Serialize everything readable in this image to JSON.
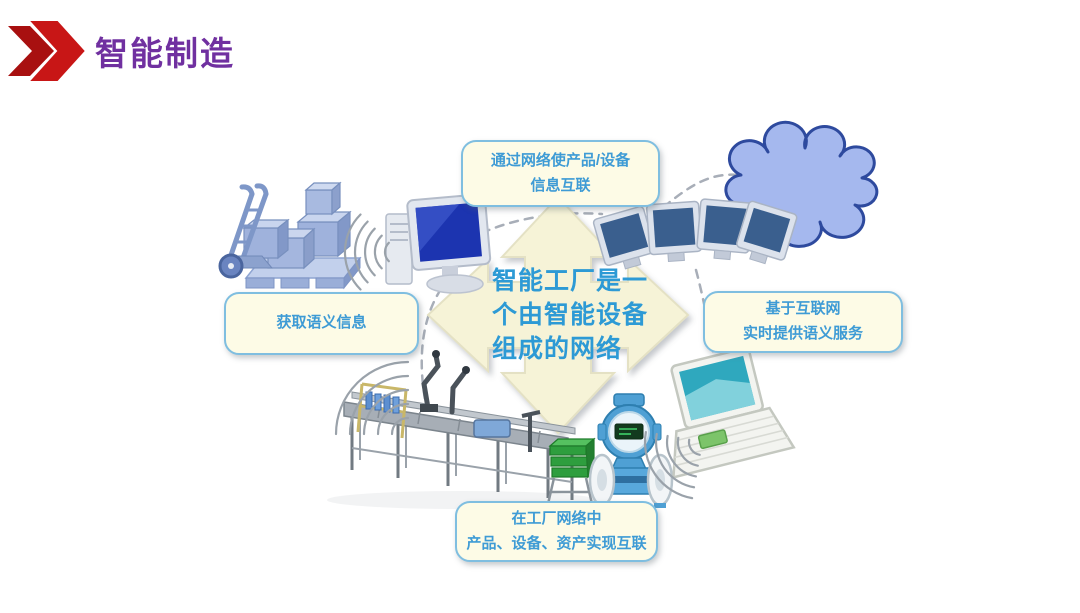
{
  "slide": {
    "title": "智能制造",
    "colors": {
      "title": "#7030A0",
      "chevron_red": "#C81616",
      "callout_fill": "#FDFBE6",
      "callout_border": "#7FBEE0",
      "callout_text": "#3E9BD5",
      "arrow_fill": "#F6F3D7",
      "cloud_fill": "#A5B8EE",
      "cloud_border": "#2E4A9E",
      "screen_blue": "#1C34B0"
    }
  },
  "diagram": {
    "center": {
      "line1": "智能工厂是一",
      "line2": "个由智能设备",
      "line3": "组成的网络"
    },
    "callouts": {
      "top": {
        "line1": "通过网络使产品/设备",
        "line2": "信息互联"
      },
      "left": {
        "line1": "获取语义信息"
      },
      "right": {
        "line1": "基于互联网",
        "line2": "实时提供语义服务"
      },
      "bottom": {
        "line1": "在工厂网络中",
        "line2": "产品、设备、资产实现互联"
      }
    },
    "illustrations": [
      "hand-truck-with-pallet",
      "desktop-computer",
      "monitor-wall",
      "cloud",
      "laptop",
      "flow-meter-sensor",
      "production-line",
      "wifi-signal"
    ]
  }
}
